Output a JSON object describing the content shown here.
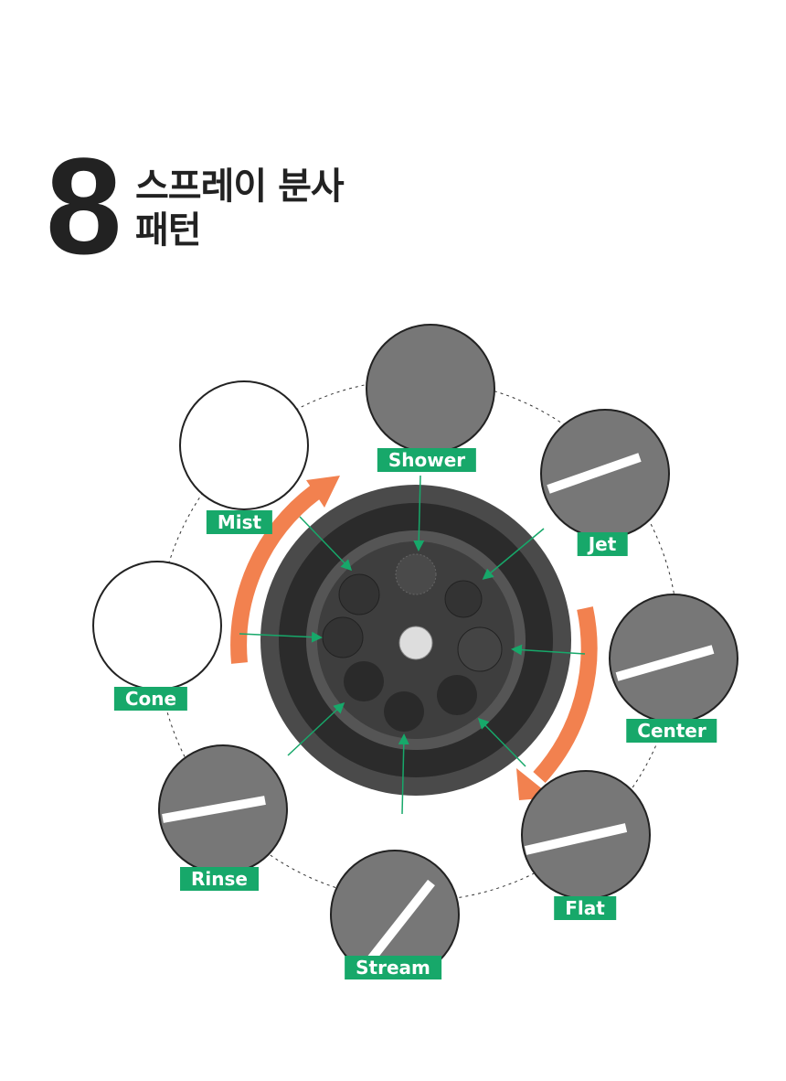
{
  "heading": {
    "number": "8",
    "line1": "스프레이 분사",
    "line2": "패턴"
  },
  "patterns": [
    "Shower",
    "Jet",
    "Center",
    "Flat",
    "Stream",
    "Rinse",
    "Cone",
    "Mist"
  ],
  "colors": {
    "label_green": "#17a86a",
    "arrow_orange": "#f2814f",
    "nozzle": "#3c3c3c"
  }
}
